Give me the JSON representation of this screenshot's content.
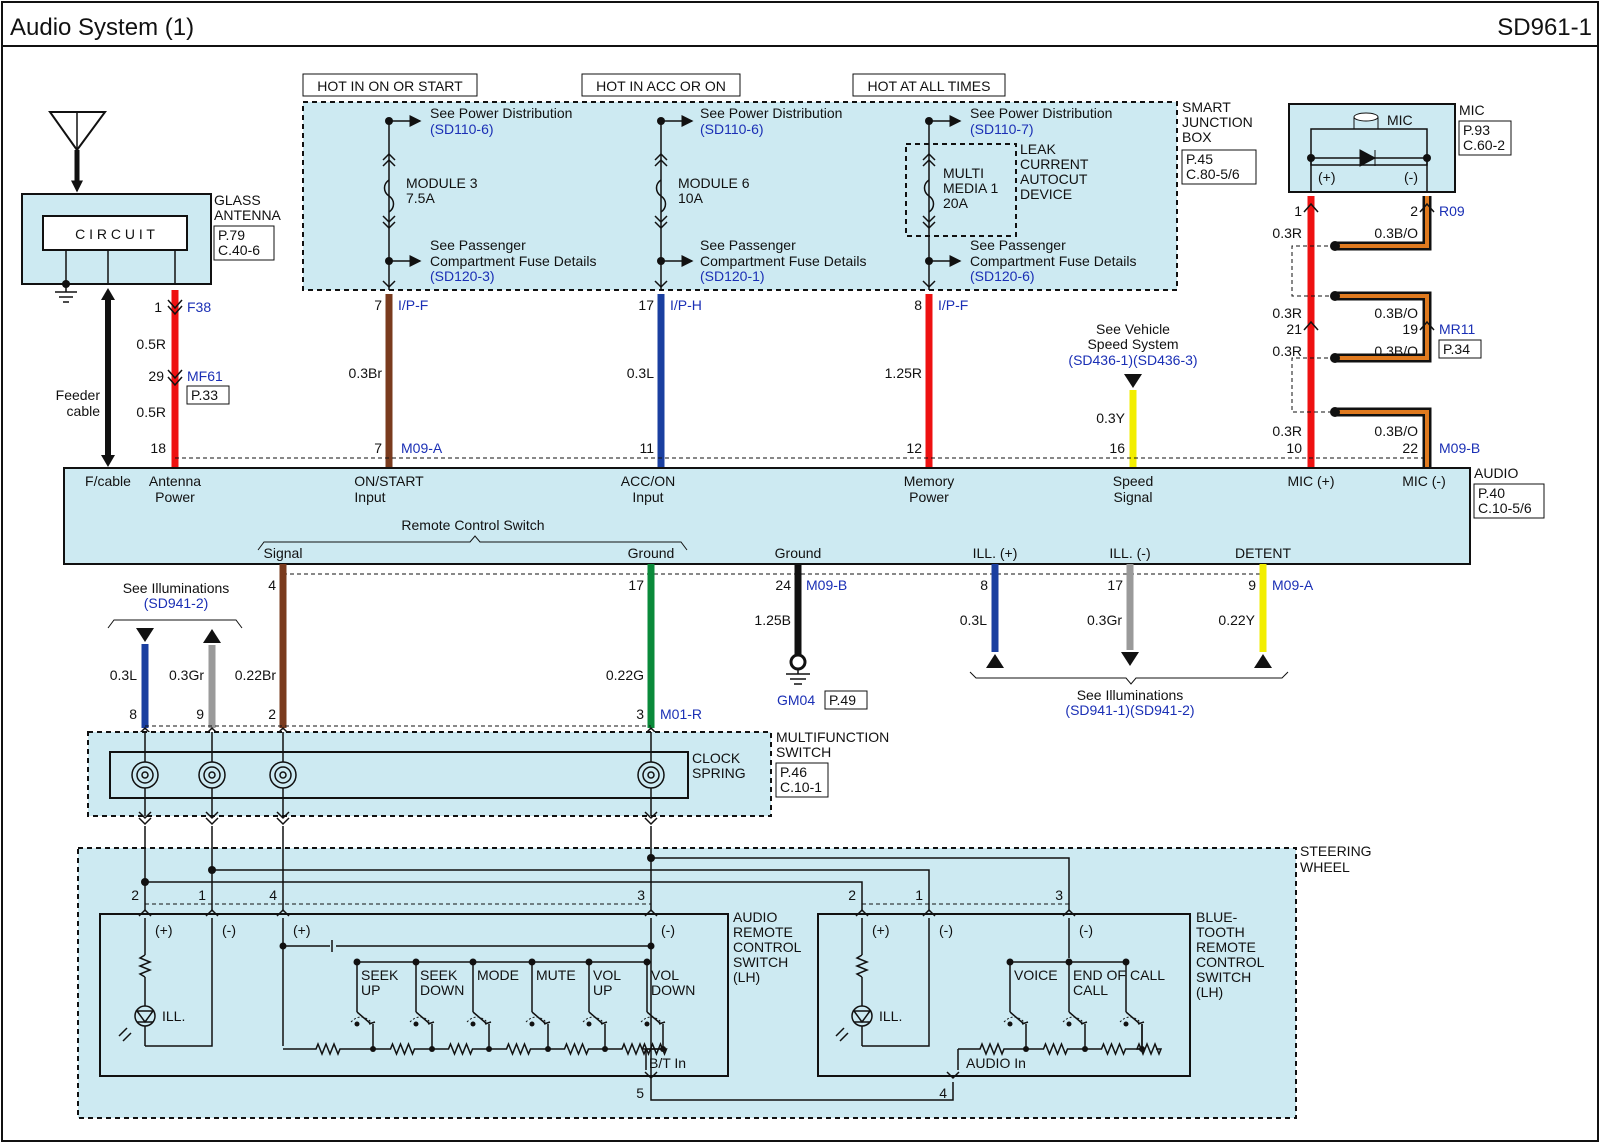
{
  "header": {
    "title": "Audio System (1)",
    "page_code": "SD961-1"
  },
  "colors": {
    "box_fill": "#cdeaf2",
    "ref_blue": "#1a2fb5",
    "wire_red": "#ee1111",
    "wire_brown": "#7a3b1e",
    "wire_blue": "#1a3fa0",
    "wire_yellow": "#f2ee00",
    "wire_green": "#0a8a3a",
    "wire_gray": "#9a9a9a",
    "wire_black": "#111111",
    "wire_orange": "#e07a1f"
  },
  "power_headers": {
    "on_start": "HOT IN ON OR START",
    "acc_on": "HOT IN ACC OR ON",
    "all_times": "HOT AT ALL TIMES"
  },
  "smart_junction_box": {
    "label1": "SMART",
    "label2": "JUNCTION",
    "label3": "BOX",
    "page": "P.45",
    "conn": "C.80-5/6",
    "see_power": "See Power Distribution",
    "see_pass1": "See Passenger",
    "see_pass2": "Compartment Fuse Details",
    "fuses": [
      {
        "name": "MODULE 3",
        "rating": "7.5A",
        "ref_top": "(SD110-6)",
        "ref_bottom": "(SD120-3)"
      },
      {
        "name": "MODULE 6",
        "rating": "10A",
        "ref_top": "(SD110-6)",
        "ref_bottom": "(SD120-1)"
      },
      {
        "name1": "MULTI",
        "name2": "MEDIA 1",
        "rating": "20A",
        "ref_top": "(SD110-7)",
        "ref_bottom": "(SD120-6)"
      }
    ],
    "leak": [
      "LEAK",
      "CURRENT",
      "AUTOCUT",
      "DEVICE"
    ]
  },
  "glass_antenna": {
    "circuit_label": "C I R C U I T",
    "label1": "GLASS",
    "label2": "ANTENNA",
    "page": "P.79",
    "conn": "C.40-6"
  },
  "mic": {
    "label": "MIC",
    "inner_label": "MIC",
    "pos": "(+)",
    "neg": "(-)",
    "page": "P.93",
    "conn": "C.60-2"
  },
  "wires": {
    "f38_pin": "1",
    "f38": "F38",
    "mf61_pin": "29",
    "mf61": "MF61",
    "mf61_page": "P.33",
    "w_05r_a": "0.5R",
    "w_05r_b": "0.5R",
    "feeder1": "Feeder",
    "feeder2": "cable",
    "ipf_pin_a": "7",
    "ipf_a": "I/P-F",
    "w_03br": "0.3Br",
    "iph_pin": "17",
    "iph": "I/P-H",
    "w_03l": "0.3L",
    "ipf_pin_b": "8",
    "ipf_b": "I/P-F",
    "w_125r": "1.25R",
    "vss1": "See Vehicle",
    "vss2": "Speed System",
    "vss_ref": "(SD436-1)(SD436-3)",
    "w_03y": "0.3Y",
    "r09_pin1": "1",
    "r09_pin2": "2",
    "r09": "R09",
    "w_03r_1": "0.3R",
    "w_03bo_1": "0.3B/O",
    "w_03r_2": "0.3R",
    "w_03bo_2": "0.3B/O",
    "mr11_pin21": "21",
    "mr11_pin19": "19",
    "mr11": "MR11",
    "mr11_page": "P.34",
    "w_03r_3": "0.3R",
    "w_03bo_3": "0.3B/O",
    "w_03r_4": "0.3R",
    "w_03bo_4": "0.3B/O"
  },
  "audio_top_pins": {
    "p18": "18",
    "p7": "7",
    "m09a": "M09-A",
    "p11": "11",
    "p12": "12",
    "p16": "16",
    "p10": "10",
    "p22": "22",
    "m09b": "M09-B"
  },
  "audio": {
    "label": "AUDIO",
    "page": "P.40",
    "conn": "C.10-5/6",
    "top_terms": {
      "fcable": "F/cable",
      "ant1": "Antenna",
      "ant2": "Power",
      "on1": "ON/START",
      "on2": "Input",
      "acc1": "ACC/ON",
      "acc2": "Input",
      "mem1": "Memory",
      "mem2": "Power",
      "spd1": "Speed",
      "spd2": "Signal",
      "micp": "MIC (+)",
      "micn": "MIC (-)"
    },
    "rcs": "Remote Control Switch",
    "bottom_terms": {
      "signal": "Signal",
      "ground_rcs": "Ground",
      "ground": "Ground",
      "illp": "ILL. (+)",
      "illn": "ILL. (-)",
      "detent": "DETENT"
    }
  },
  "audio_bottom": {
    "p4": "4",
    "p17": "17",
    "p24": "24",
    "m09b": "M09-B",
    "w_125b": "1.25B",
    "gm04": "GM04",
    "gm04_page": "P.49",
    "p8": "8",
    "p17b": "17",
    "p9": "9",
    "m09a": "M09-A",
    "w_03l": "0.3L",
    "w_03gr": "0.3Gr",
    "w_022y": "0.22Y",
    "see_ill": "See Illuminations",
    "see_ill_ref": "(SD941-1)(SD941-2)"
  },
  "left_lower": {
    "see_ill": "See Illuminations",
    "see_ill_ref": "(SD941-2)",
    "w_03l": "0.3L",
    "w_03gr": "0.3Gr",
    "w_022br": "0.22Br",
    "w_022g": "0.22G",
    "p8": "8",
    "p9": "9",
    "p2": "2",
    "p3": "3",
    "m01r": "M01-R"
  },
  "multifunction": {
    "label1": "MULTIFUNCTION",
    "label2": "SWITCH",
    "clock1": "CLOCK",
    "clock2": "SPRING",
    "page": "P.46",
    "conn": "C.10-1"
  },
  "steering": {
    "label1": "STEERING",
    "label2": "WHEEL",
    "arcs_pins": {
      "p2": "2",
      "p1": "1",
      "p4": "4",
      "p3": "3"
    },
    "arcs": {
      "title": [
        "AUDIO",
        "REMOTE",
        "CONTROL",
        "SWITCH",
        "(LH)"
      ],
      "pos": "(+)",
      "neg": "(-)",
      "pos2": "(+)",
      "neg2": "(-)",
      "ill": "ILL.",
      "buttons": [
        {
          "l1": "SEEK",
          "l2": "UP"
        },
        {
          "l1": "SEEK",
          "l2": "DOWN"
        },
        {
          "l1": "MODE",
          "l2": ""
        },
        {
          "l1": "MUTE",
          "l2": ""
        },
        {
          "l1": "VOL",
          "l2": "UP"
        },
        {
          "l1": "VOL",
          "l2": "DOWN"
        }
      ],
      "bt_in": "B/T In"
    },
    "bt_pins": {
      "p2": "2",
      "p1": "1",
      "p3": "3"
    },
    "bt": {
      "title": [
        "BLUE-",
        "TOOTH",
        "REMOTE",
        "CONTROL",
        "SWITCH",
        "(LH)"
      ],
      "pos": "(+)",
      "neg": "(-)",
      "neg2": "(-)",
      "ill": "ILL.",
      "buttons": [
        {
          "l1": "VOICE",
          "l2": ""
        },
        {
          "l1": "END OF",
          "l2": "CALL"
        },
        {
          "l1": "CALL",
          "l2": ""
        }
      ],
      "audio_in": "AUDIO In"
    },
    "bottom_pins": {
      "p5": "5",
      "p4": "4"
    }
  }
}
